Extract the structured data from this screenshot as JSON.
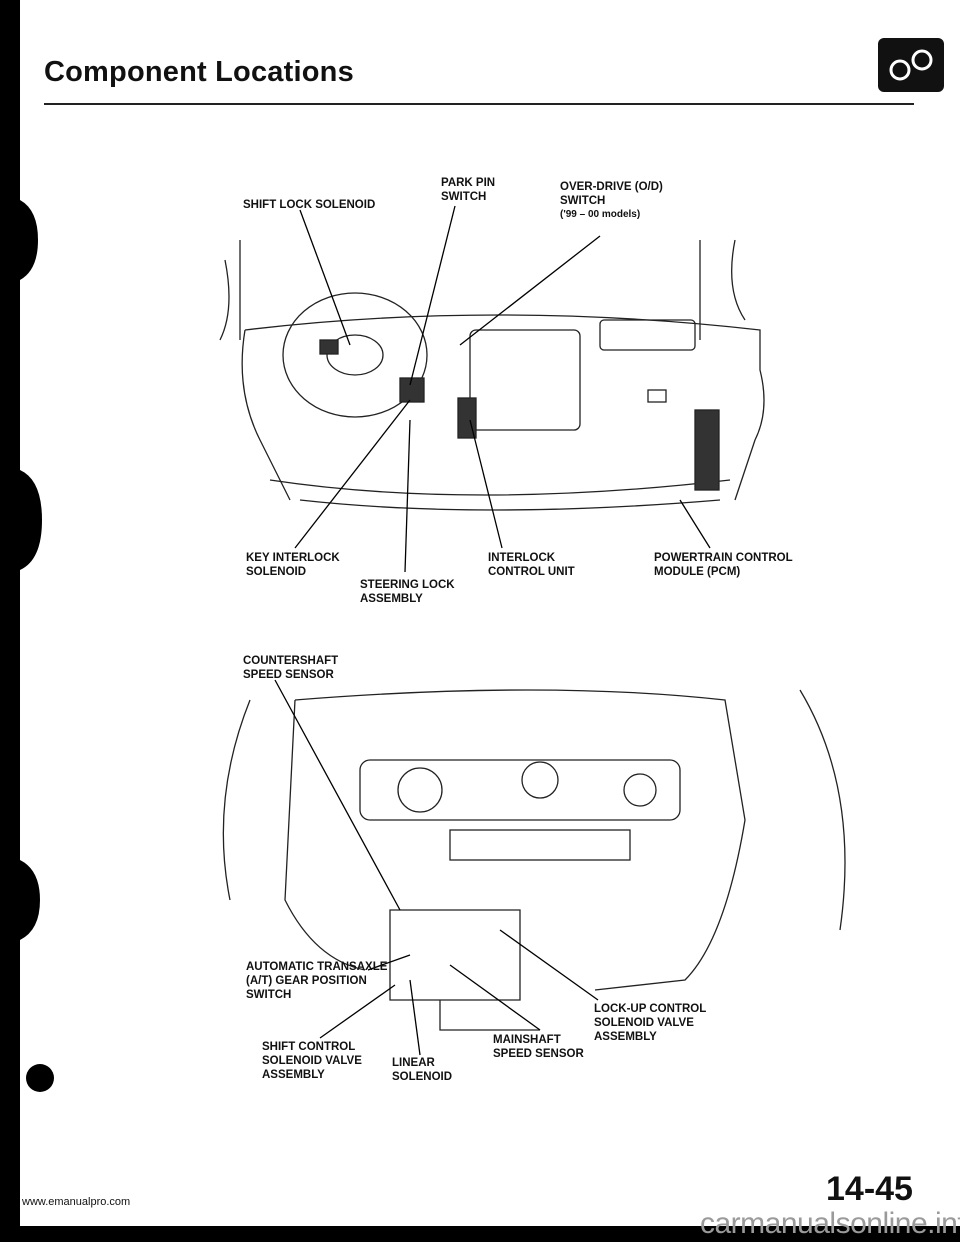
{
  "header": {
    "title": "Component Locations",
    "section_icon": "transmission-gears-icon"
  },
  "dashboard_labels": {
    "shift_lock_solenoid": [
      "SHIFT LOCK SOLENOID"
    ],
    "park_pin_switch": [
      "PARK PIN",
      "SWITCH"
    ],
    "overdrive_switch": [
      "OVER-DRIVE (O/D)",
      "SWITCH",
      "('99 – 00 models)"
    ],
    "key_interlock_solenoid": [
      "KEY INTERLOCK",
      "SOLENOID"
    ],
    "steering_lock_assembly": [
      "STEERING LOCK",
      "ASSEMBLY"
    ],
    "interlock_control_unit": [
      "INTERLOCK",
      "CONTROL UNIT"
    ],
    "pcm": [
      "POWERTRAIN CONTROL",
      "MODULE (PCM)"
    ]
  },
  "engine_labels": {
    "countershaft_speed_sensor": [
      "COUNTERSHAFT",
      "SPEED SENSOR"
    ],
    "gear_position_switch": [
      "AUTOMATIC TRANSAXLE",
      "(A/T) GEAR POSITION",
      "SWITCH"
    ],
    "lockup_control_solenoid": [
      "LOCK-UP CONTROL",
      "SOLENOID VALVE",
      "ASSEMBLY"
    ],
    "mainshaft_speed_sensor": [
      "MAINSHAFT",
      "SPEED SENSOR"
    ],
    "shift_control_solenoid": [
      "SHIFT CONTROL",
      "SOLENOID VALVE",
      "ASSEMBLY"
    ],
    "linear_solenoid": [
      "LINEAR",
      "SOLENOID"
    ]
  },
  "footer": {
    "url": "www.emanualpro.com",
    "page_number": "14-45",
    "watermark": "carmanualsonline.info"
  }
}
